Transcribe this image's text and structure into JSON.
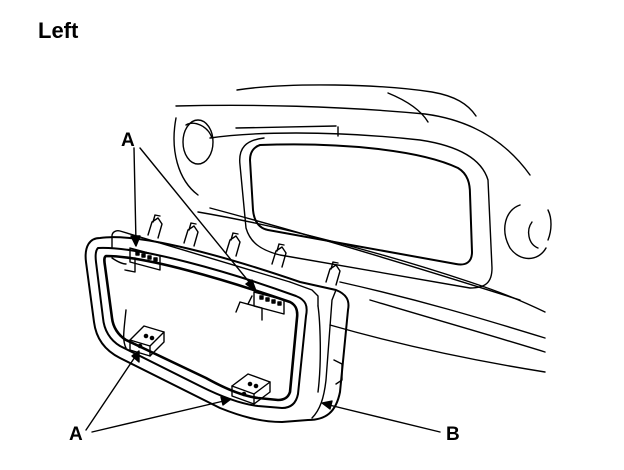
{
  "title": "Left",
  "callouts": {
    "a_top": "A",
    "a_bottom": "A",
    "b": "B"
  },
  "colors": {
    "line": "#000000",
    "background": "#ffffff"
  }
}
